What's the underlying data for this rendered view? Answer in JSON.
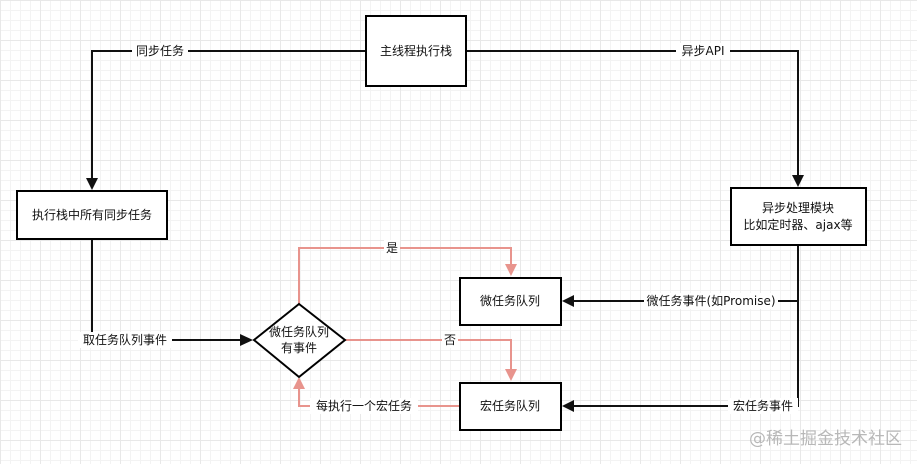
{
  "nodes": {
    "main_stack": "主线程执行栈",
    "sync_tasks": "执行栈中所有同步任务",
    "async_module_line1": "异步处理模块",
    "async_module_line2": "比如定时器、ajax等",
    "micro_queue": "微任务队列",
    "macro_queue": "宏任务队列",
    "decision_line1": "微任务队列",
    "decision_line2": "有事件"
  },
  "edges": {
    "sync": "同步任务",
    "async_api": "异步API",
    "take_event": "取任务队列事件",
    "yes": "是",
    "no": "否",
    "per_macro": "每执行一个宏任务",
    "micro_event": "微任务事件(如Promise)",
    "macro_event": "宏任务事件"
  },
  "colors": {
    "edge_default": "#111111",
    "edge_loop": "#e8948d"
  },
  "watermark": "@稀土掘金技术社区"
}
